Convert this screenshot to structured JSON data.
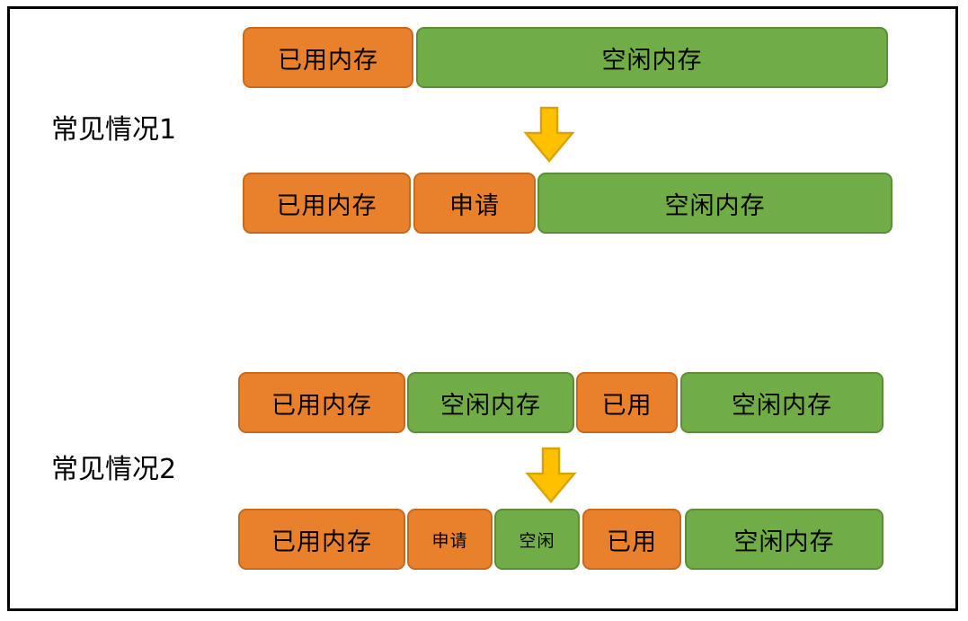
{
  "figure": {
    "kind": "memory-allocation-diagram",
    "background": "#ffffff",
    "frame_color": "#000000"
  },
  "colors": {
    "used_fill": "#E8802C",
    "used_border": "#C66A20",
    "free_fill": "#70AD47",
    "free_border": "#5A8F38",
    "arrow_fill": "#FFC000",
    "arrow_border": "#BF9000",
    "text": "#000000"
  },
  "labels": {
    "case1": "常见情况1",
    "case2": "常见情况2"
  },
  "text": {
    "used_memory": "已用内存",
    "free_memory": "空闲内存",
    "request": "申请",
    "used": "已用",
    "free": "空闲"
  },
  "diagram": {
    "case1": {
      "label": "常见情况1",
      "before": [
        {
          "type": "used",
          "label": "已用内存"
        },
        {
          "type": "free",
          "label": "空闲内存"
        }
      ],
      "after": [
        {
          "type": "used",
          "label": "已用内存"
        },
        {
          "type": "used",
          "label": "申请"
        },
        {
          "type": "free",
          "label": "空闲内存"
        }
      ],
      "arrow": "down-arrow"
    },
    "case2": {
      "label": "常见情况2",
      "before": [
        {
          "type": "used",
          "label": "已用内存"
        },
        {
          "type": "free",
          "label": "空闲内存"
        },
        {
          "type": "used",
          "label": "已用"
        },
        {
          "type": "free",
          "label": "空闲内存"
        }
      ],
      "after": [
        {
          "type": "used",
          "label": "已用内存"
        },
        {
          "type": "used",
          "label": "申请"
        },
        {
          "type": "free",
          "label": "空闲"
        },
        {
          "type": "used",
          "label": "已用"
        },
        {
          "type": "free",
          "label": "空闲内存"
        }
      ],
      "arrow": "down-arrow"
    }
  }
}
